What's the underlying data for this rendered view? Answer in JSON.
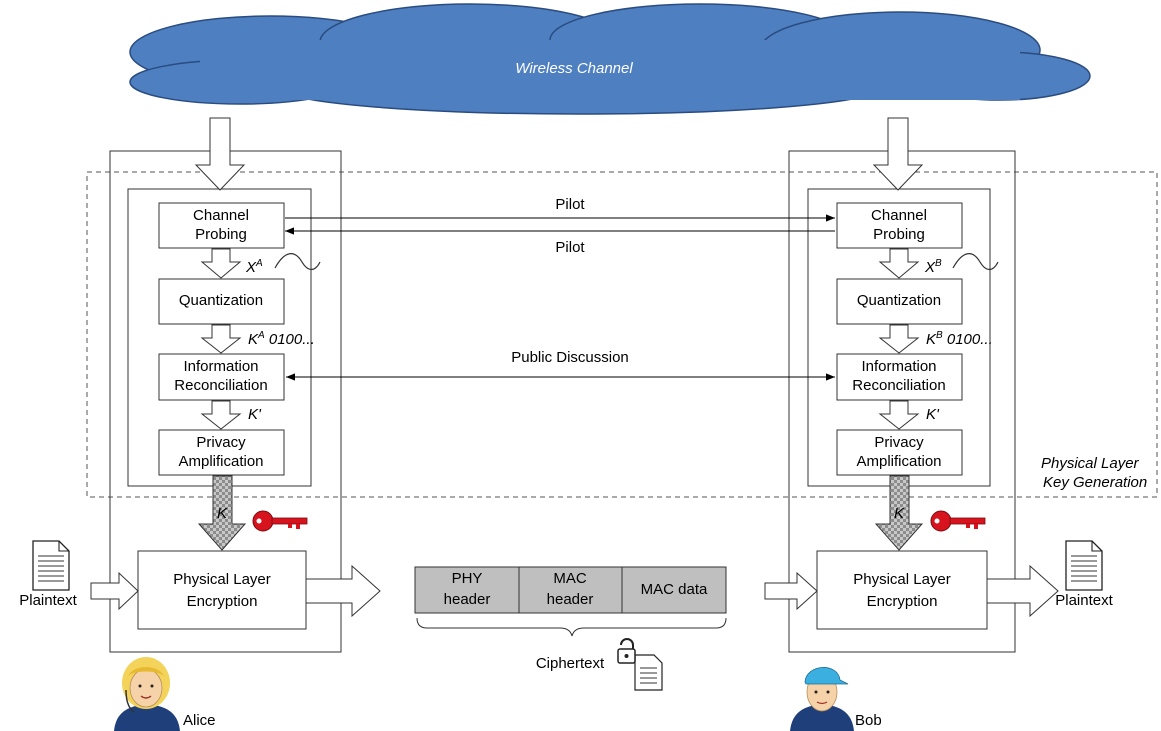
{
  "cloud": {
    "label": "Wireless Channel"
  },
  "alice": {
    "name": "Alice",
    "steps": {
      "channel_probing": [
        "Channel",
        "Probing"
      ],
      "quantization": [
        "Quantization"
      ],
      "reconciliation": [
        "Information",
        "Reconciliation"
      ],
      "amplification": [
        "Privacy",
        "Amplification"
      ]
    },
    "x_label": "X",
    "x_sup": "A",
    "k_label": "K",
    "k_sup": "A",
    "k_bits": "0100...",
    "kprime": "K'",
    "key": "K",
    "encryption": [
      "Physical Layer",
      "Encryption"
    ],
    "plaintext": "Plaintext"
  },
  "bob": {
    "name": "Bob",
    "steps": {
      "channel_probing": [
        "Channel",
        "Probing"
      ],
      "quantization": [
        "Quantization"
      ],
      "reconciliation": [
        "Information",
        "Reconciliation"
      ],
      "amplification": [
        "Privacy",
        "Amplification"
      ]
    },
    "x_label": "X",
    "x_sup": "B",
    "k_label": "K",
    "k_sup": "B",
    "k_bits": "0100...",
    "kprime": "K'",
    "key": "K",
    "encryption": [
      "Physical Layer",
      "Encryption"
    ],
    "plaintext": "Plaintext"
  },
  "links": {
    "pilot_top": "Pilot",
    "pilot_bottom": "Pilot",
    "public": "Public Discussion"
  },
  "region": {
    "label_line1": "Physical Layer",
    "label_line2": "Key Generation"
  },
  "packet": {
    "fields": [
      [
        "PHY",
        "header"
      ],
      [
        "MAC",
        "header"
      ],
      [
        "MAC data"
      ]
    ],
    "caption": "Ciphertext"
  },
  "colors": {
    "cloud": "#4e7fc1",
    "cloud_stroke": "#2a4c80",
    "packet_fill": "#bfbfbf",
    "key_red": "#d7141e"
  }
}
